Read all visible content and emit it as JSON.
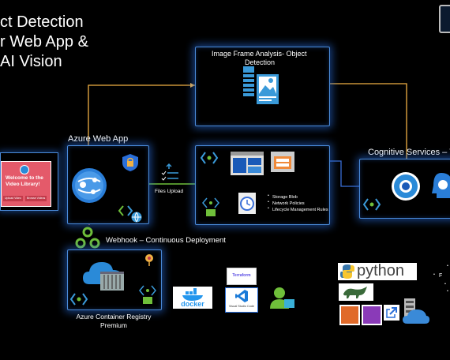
{
  "title": {
    "line1": "ct Detection",
    "line2": "r Web App &",
    "line3": "AI Vision"
  },
  "image_frame_box": {
    "title_line1": "Image Frame Analysis- Object",
    "title_line2": "Detection"
  },
  "web_app": {
    "label": "Azure Web App",
    "mockup_title_line1": "Welcome to the",
    "mockup_title_line2": "Video Library!",
    "mockup_button1": "Upload Video",
    "mockup_button2": "Browse Videos"
  },
  "files_upload_label": "Files Upload",
  "storage_box": {
    "bullets": [
      "Storage Blob",
      "Network Policies",
      "Lifecycle Management Rules"
    ]
  },
  "cognitive": {
    "label": "Cognitive Services – V"
  },
  "webhook_label": "Webhook – Continuous Deployment",
  "registry": {
    "label_line1": "Azure Container Registry",
    "label_line2": "Premium"
  },
  "tools": {
    "docker": "docker",
    "terraform": "Terraform",
    "vscode": "Visual Studio Code",
    "python": "python",
    "partial_right": "F"
  },
  "colors": {
    "box_border": "#4a8ad8",
    "arrow_orange": "#f0b044",
    "arrow_green": "#6fbf3a",
    "arrow_blue": "#3a6fd8"
  }
}
